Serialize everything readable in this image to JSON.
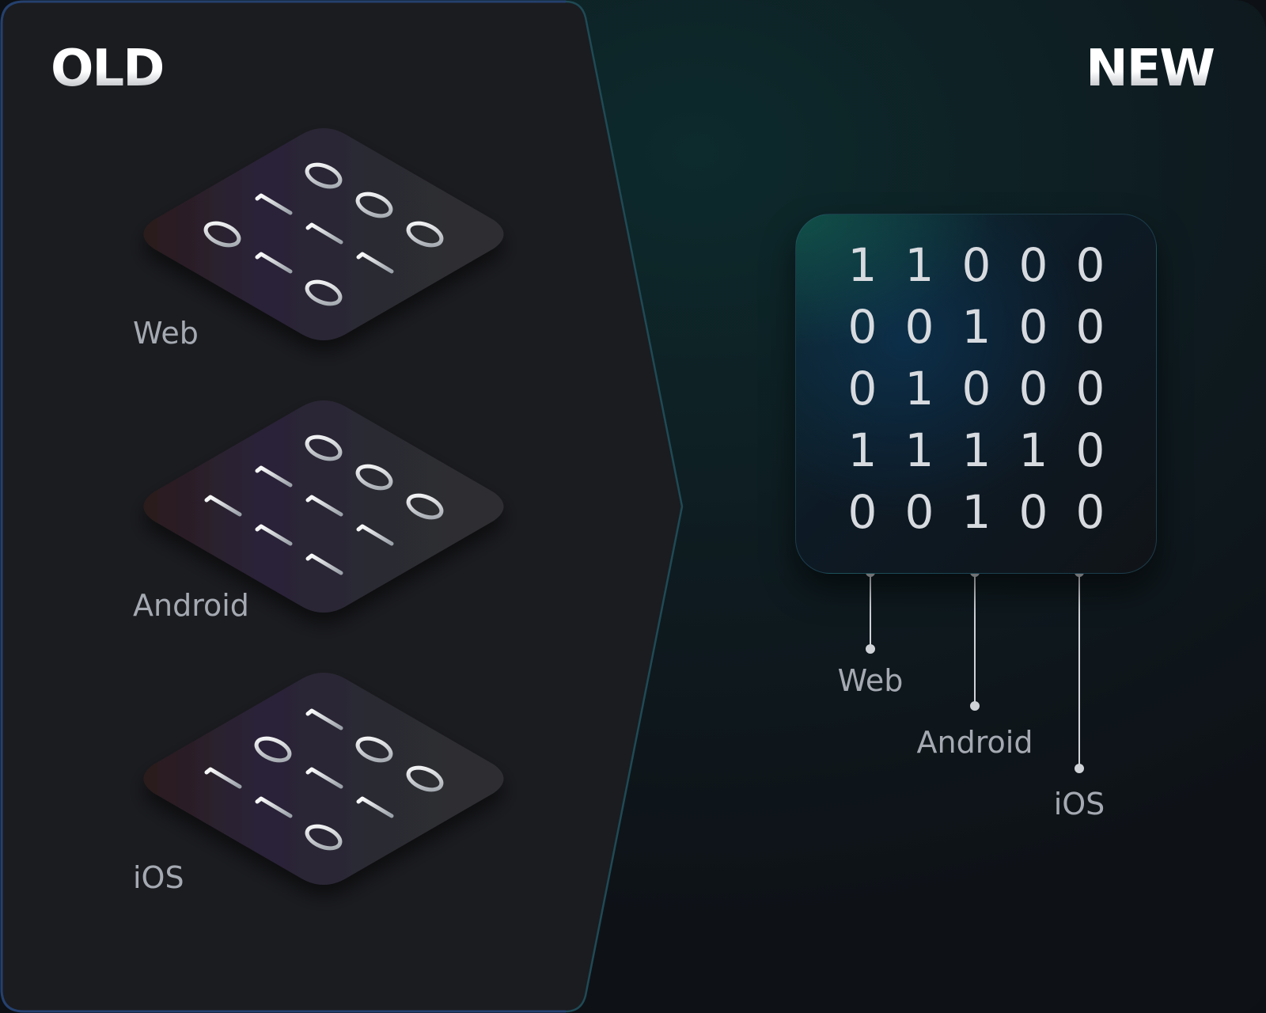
{
  "old": {
    "title": "OLD",
    "platforms": [
      {
        "label": "Web",
        "bits": [
          "0",
          "0",
          "0",
          "1",
          "1",
          "1",
          "0",
          "1",
          "0"
        ]
      },
      {
        "label": "Android",
        "bits": [
          "0",
          "0",
          "0",
          "1",
          "1",
          "1",
          "1",
          "1",
          "1"
        ]
      },
      {
        "label": "iOS",
        "bits": [
          "1",
          "0",
          "0",
          "0",
          "1",
          "1",
          "1",
          "1",
          "0"
        ]
      }
    ]
  },
  "new": {
    "title": "NEW",
    "matrix": [
      [
        "1",
        "1",
        "0",
        "0",
        "0"
      ],
      [
        "0",
        "0",
        "1",
        "0",
        "0"
      ],
      [
        "0",
        "1",
        "0",
        "0",
        "0"
      ],
      [
        "1",
        "1",
        "1",
        "1",
        "0"
      ],
      [
        "0",
        "0",
        "1",
        "0",
        "0"
      ]
    ],
    "outputs": [
      "Web",
      "Android",
      "iOS"
    ]
  },
  "colors": {
    "left_panel": "#1b1c20",
    "right_panel": "#0f181c",
    "divider_stroke": "#1f4a55",
    "text_muted": "#a5aab2"
  }
}
